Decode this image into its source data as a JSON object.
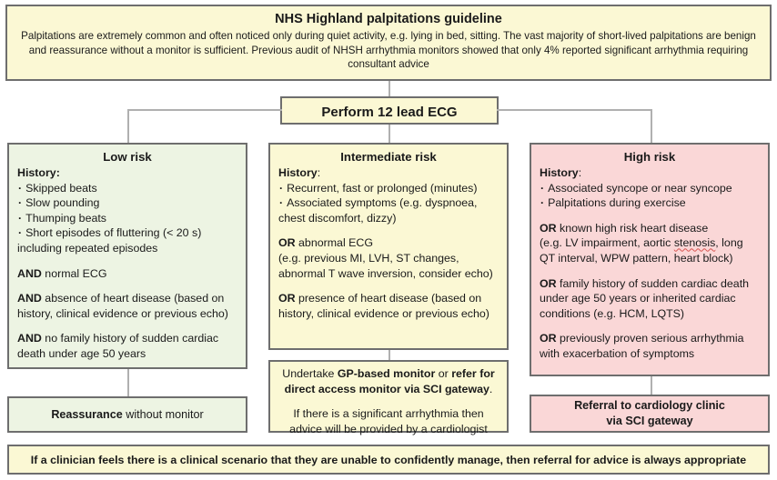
{
  "header": {
    "title": "NHS Highland palpitations guideline",
    "body": "Palpitations are extremely common and often noticed only during quiet activity, e.g. lying in bed, sitting. The vast majority of short-lived palpitations are benign and reassurance without a monitor is sufficient. Previous audit of NHSH arrhythmia monitors showed that only 4% reported significant arrhythmia requiring consultant advice"
  },
  "ecg_step": {
    "label": "Perform 12 lead ECG"
  },
  "columns": {
    "low": {
      "title": "Low risk",
      "history_label": "History:",
      "bullets": [
        "Skipped beats",
        "Slow pounding",
        "Thumping beats",
        "Short episodes of fluttering (< 20 s)"
      ],
      "bullet_continuation": "including repeated episodes",
      "criteria": [
        {
          "conj": "AND",
          "text": " normal ECG"
        },
        {
          "conj": "AND",
          "text": " absence of heart disease (based on history, clinical evidence or previous echo)"
        },
        {
          "conj": "AND",
          "text": " no family history of sudden cardiac death under age 50 years"
        }
      ]
    },
    "intermediate": {
      "title": "Intermediate risk",
      "history_label": "History",
      "history_colon": ":",
      "bullets": [
        "Recurrent, fast or prolonged (minutes)",
        "Associated symptoms (e.g. dyspnoea,"
      ],
      "bullet_continuation": "chest discomfort, dizzy)",
      "criteria": [
        {
          "conj": "OR",
          "text": " abnormal ECG",
          "detail": "(e.g. previous MI, LVH, ST changes, abnormal T wave inversion, consider echo)"
        },
        {
          "conj": "OR",
          "text": " presence of heart disease (based on history, clinical evidence or previous echo)"
        }
      ]
    },
    "high": {
      "title": "High risk",
      "history_label": "History",
      "history_colon": ":",
      "bullets": [
        "Associated syncope or near syncope",
        "Palpitations during exercise"
      ],
      "criteria": [
        {
          "conj": "OR",
          "text": " known high risk heart disease",
          "detail_pre": "(e.g. LV impairment, aortic ",
          "detail_spell": "stenosis",
          "detail_post": ", long QT interval, WPW pattern, heart block)"
        },
        {
          "conj": "OR",
          "text": " family history of sudden cardiac death under age 50 years or inherited cardiac conditions (e.g. HCM, LQTS)"
        },
        {
          "conj": "OR",
          "text": " previously proven serious arrhythmia with exacerbation of symptoms"
        }
      ]
    }
  },
  "outcomes": {
    "reassurance": {
      "bold": "Reassurance",
      "rest": " without monitor"
    },
    "monitor": {
      "line1_a": "Undertake ",
      "line1_b": "GP-based monitor",
      "line1_c": " or ",
      "line1_d": "refer for direct access monitor via SCI gateway",
      "line1_e": ".",
      "line2": "If there is a significant arrhythmia then advice will be provided by a cardiologist"
    },
    "referral": {
      "line1": "Referral to cardiology clinic",
      "line2": "via SCI gateway"
    }
  },
  "footer": {
    "text": "If a clinician feels there is a clinical scenario that they are unable to confidently manage, then referral for advice is always appropriate"
  },
  "colors": {
    "yellow": "#fbf8d4",
    "green": "#edf4e3",
    "pink": "#fad7d7",
    "border": "#6e6e6e",
    "connector": "#b0b0b0",
    "spellcheck": "#d9534f"
  }
}
